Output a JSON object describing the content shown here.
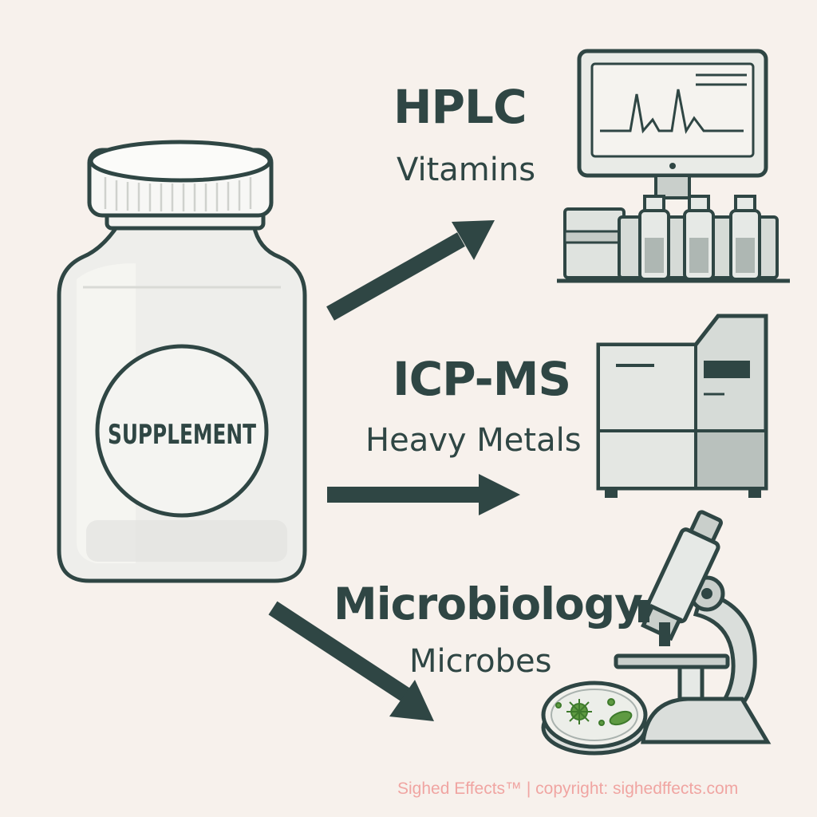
{
  "bottle": {
    "label": "SUPPLEMENT",
    "icon": "supplement-bottle-icon"
  },
  "methods": [
    {
      "technique": "HPLC",
      "analyte": "Vitamins",
      "icon": "hplc-instrument-icon"
    },
    {
      "technique": "ICP-MS",
      "analyte": "Heavy Metals",
      "icon": "icp-ms-instrument-icon"
    },
    {
      "technique": "Microbiology",
      "analyte": "Microbes",
      "icon": "microscope-petri-dish-icon"
    }
  ],
  "footer": {
    "credit": "Sighed Effects™ | copyright: sighedffects.com"
  },
  "colors": {
    "background": "#f7f1ec",
    "ink": "#2f4644",
    "instrument_gray": "#c9cfcb",
    "microbe_green": "#5f9a42",
    "watermark": "#f0a5a2"
  }
}
